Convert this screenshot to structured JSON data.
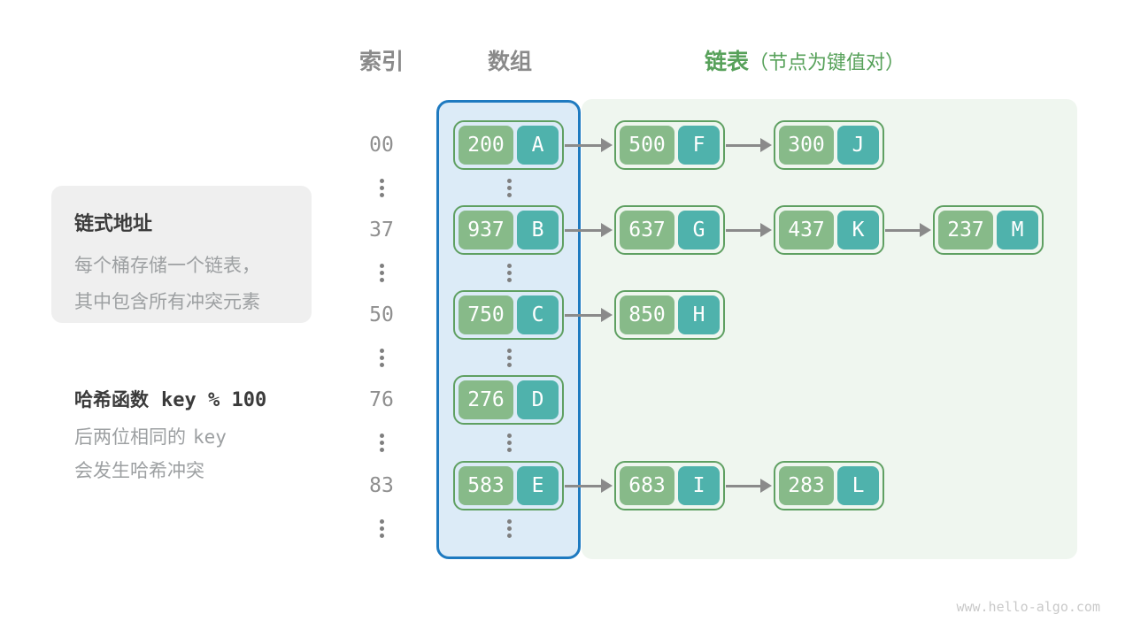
{
  "header": {
    "index_label": "索引",
    "array_label": "数组",
    "list_label": "链表",
    "list_note": "（节点为键值对）"
  },
  "annotations": {
    "box_title": "链式地址",
    "box_line1": "每个桶存储一个链表，",
    "box_line2": "其中包含所有冲突元素",
    "hash_label": "哈希函数",
    "hash_code": "key % 100",
    "note_line1_text": "后两位相同的",
    "note_line1_code": "key",
    "note_line2": "会发生哈希冲突"
  },
  "buckets": [
    {
      "index": "00",
      "nodes": [
        {
          "key": "200",
          "value": "A"
        },
        {
          "key": "500",
          "value": "F"
        },
        {
          "key": "300",
          "value": "J"
        }
      ]
    },
    {
      "index": "37",
      "nodes": [
        {
          "key": "937",
          "value": "B"
        },
        {
          "key": "637",
          "value": "G"
        },
        {
          "key": "437",
          "value": "K"
        },
        {
          "key": "237",
          "value": "M"
        }
      ]
    },
    {
      "index": "50",
      "nodes": [
        {
          "key": "750",
          "value": "C"
        },
        {
          "key": "850",
          "value": "H"
        }
      ]
    },
    {
      "index": "76",
      "nodes": [
        {
          "key": "276",
          "value": "D"
        }
      ]
    },
    {
      "index": "83",
      "nodes": [
        {
          "key": "583",
          "value": "E"
        },
        {
          "key": "683",
          "value": "I"
        },
        {
          "key": "283",
          "value": "L"
        }
      ]
    }
  ],
  "watermark": "www.hello-algo.com",
  "colors": {
    "green_text": "#57a15a",
    "array_border": "#1e7ac0",
    "array_bg": "#dcebf7",
    "list_bg": "#eff6ef",
    "node_border": "#5fa062",
    "key_green": "#87ba89",
    "value_teal": "#4fb2ac",
    "arrow_gray": "#8a8a8a"
  }
}
